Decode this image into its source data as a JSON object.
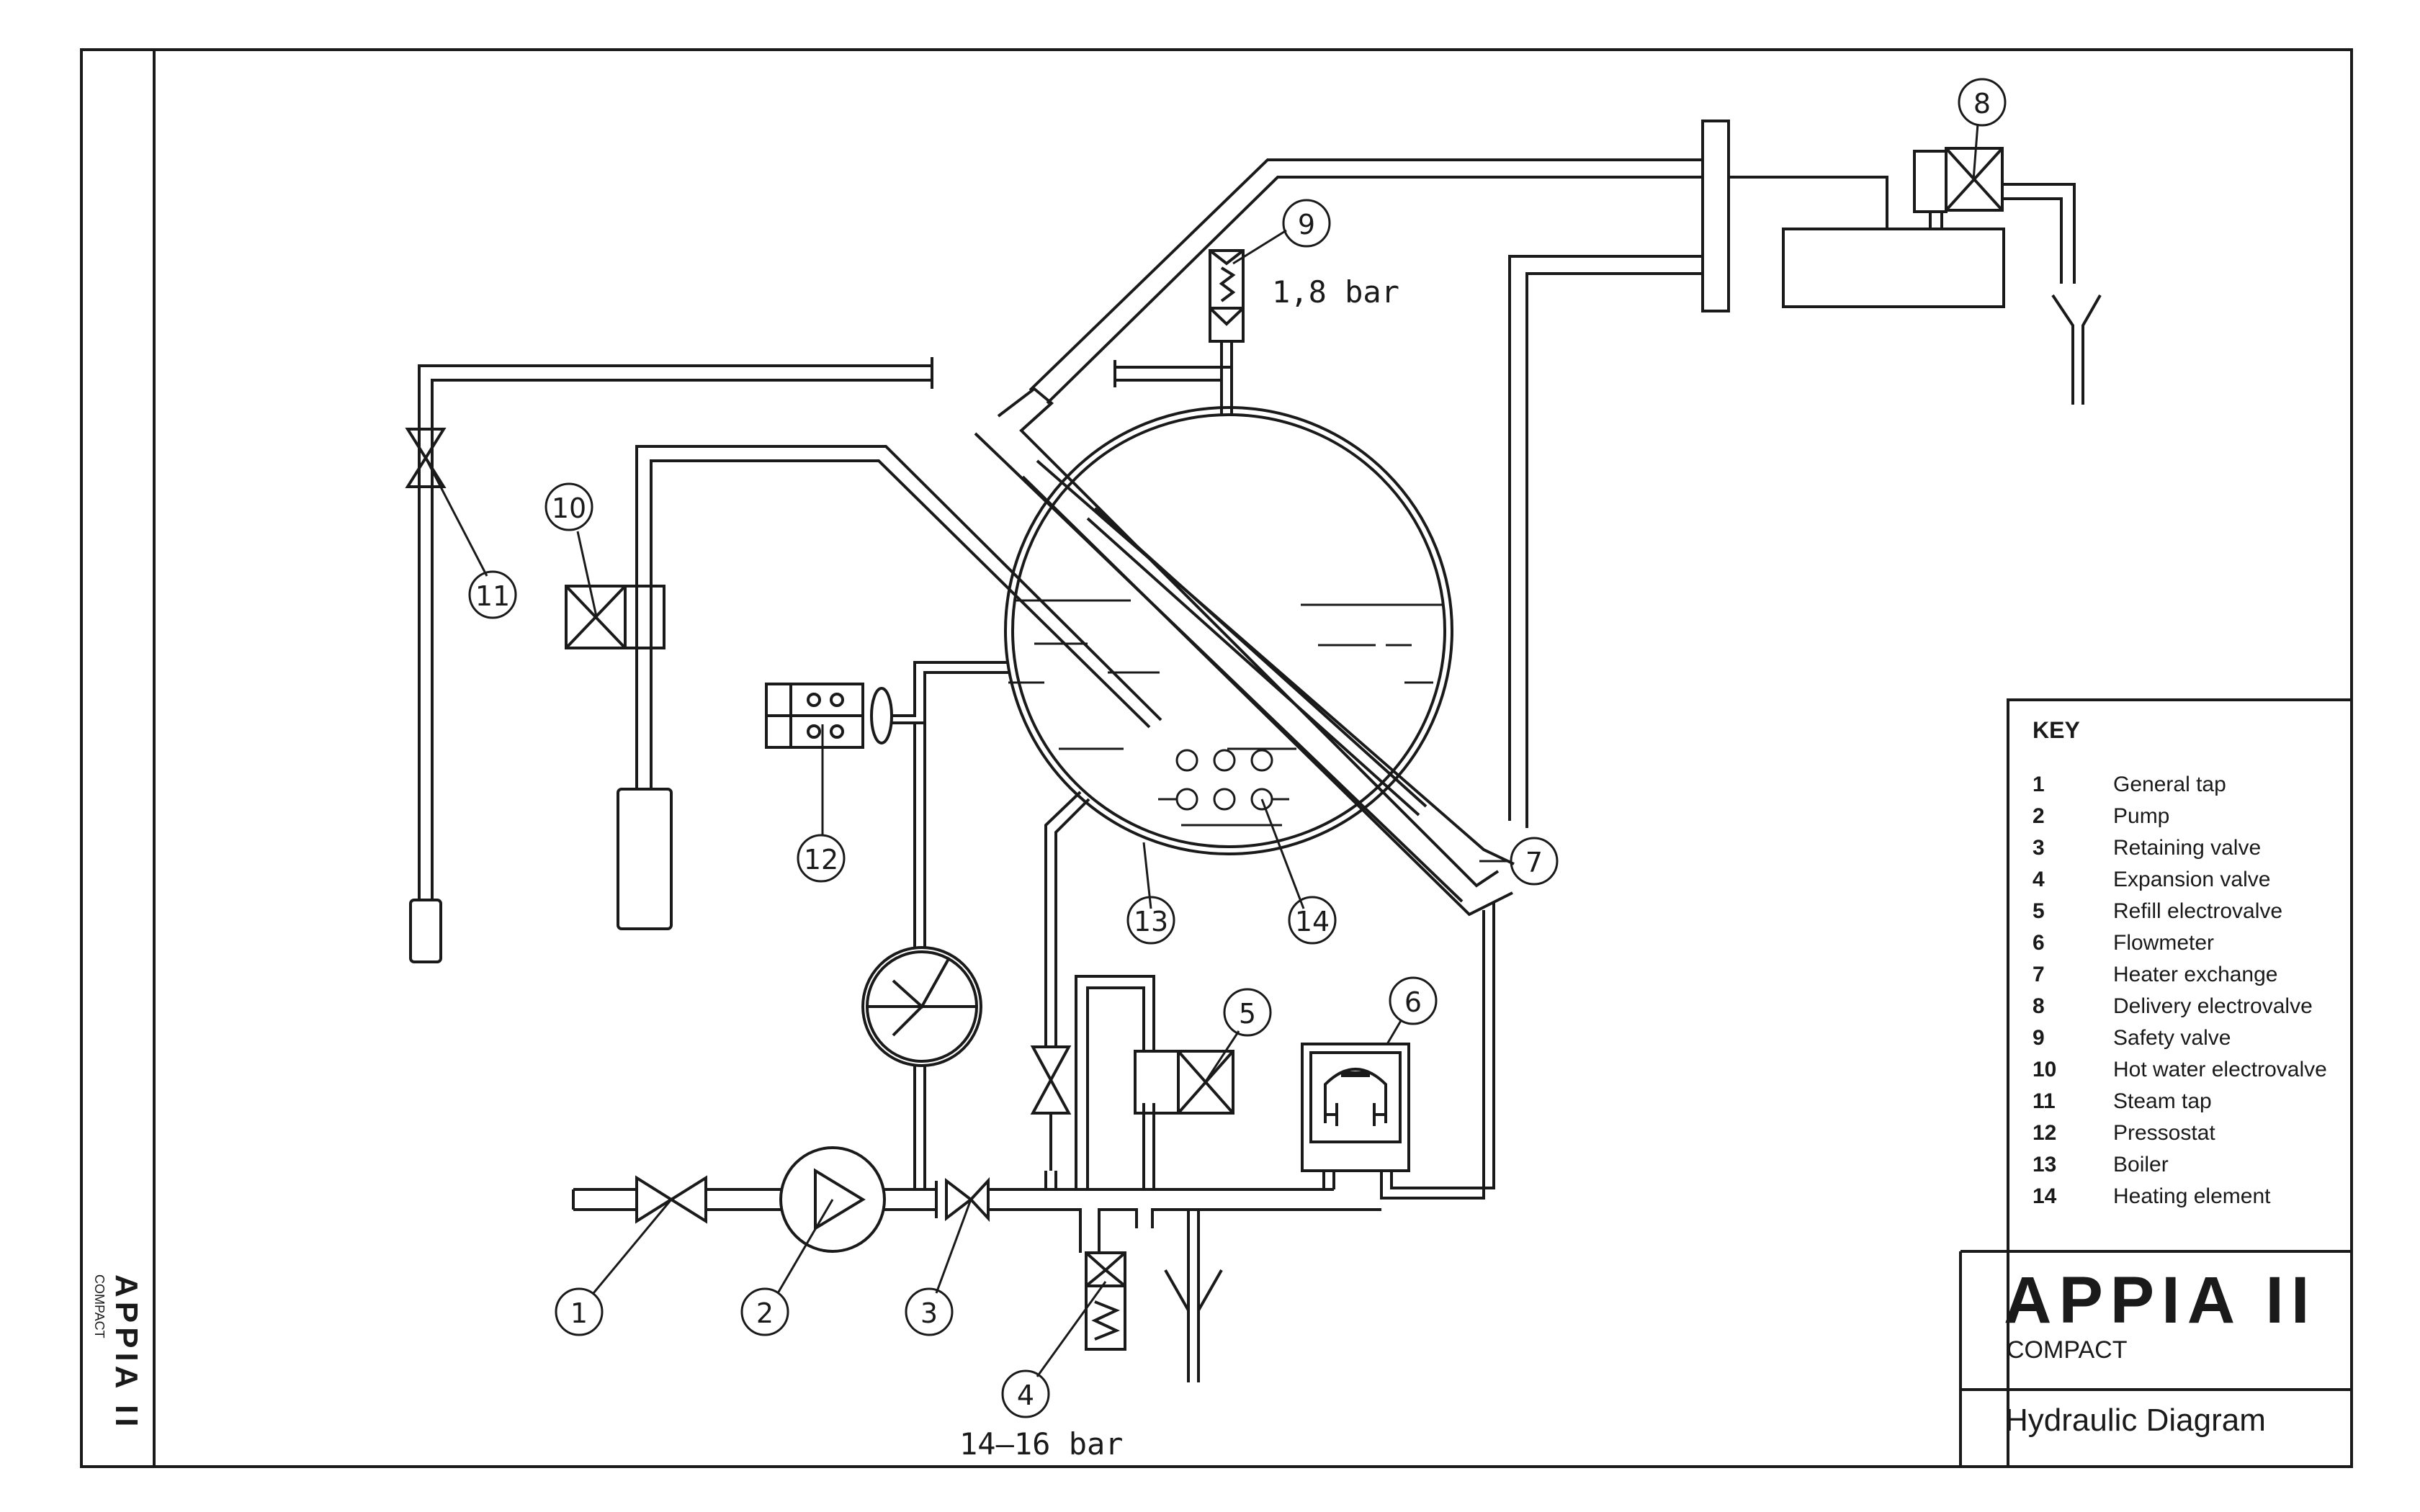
{
  "title_block": {
    "brand": "APPIA II",
    "brand_sub": "COMPACT",
    "diagram_name": "Hydraulic Diagram"
  },
  "side_brand": {
    "brand": "APPIA II",
    "brand_sub": "COMPACT"
  },
  "key": {
    "title": "KEY",
    "items": [
      {
        "num": "1",
        "label": "General tap"
      },
      {
        "num": "2",
        "label": "Pump"
      },
      {
        "num": "3",
        "label": "Retaining valve"
      },
      {
        "num": "4",
        "label": "Expansion valve"
      },
      {
        "num": "5",
        "label": "Refill electrovalve"
      },
      {
        "num": "6",
        "label": "Flowmeter"
      },
      {
        "num": "7",
        "label": "Heater exchange"
      },
      {
        "num": "8",
        "label": "Delivery electrovalve"
      },
      {
        "num": "9",
        "label": "Safety valve"
      },
      {
        "num": "10",
        "label": "Hot water electrovalve"
      },
      {
        "num": "11",
        "label": "Steam tap"
      },
      {
        "num": "12",
        "label": "Pressostat"
      },
      {
        "num": "13",
        "label": "Boiler"
      },
      {
        "num": "14",
        "label": "Heating element"
      }
    ]
  },
  "callouts": [
    "1",
    "2",
    "3",
    "4",
    "5",
    "6",
    "7",
    "8",
    "9",
    "10",
    "11",
    "12",
    "13",
    "14"
  ],
  "pressure_labels": {
    "safety": "1,8  bar",
    "expansion": "14—16  bar"
  },
  "colors": {
    "line": "#1a1a1a",
    "background": "#ffffff"
  }
}
